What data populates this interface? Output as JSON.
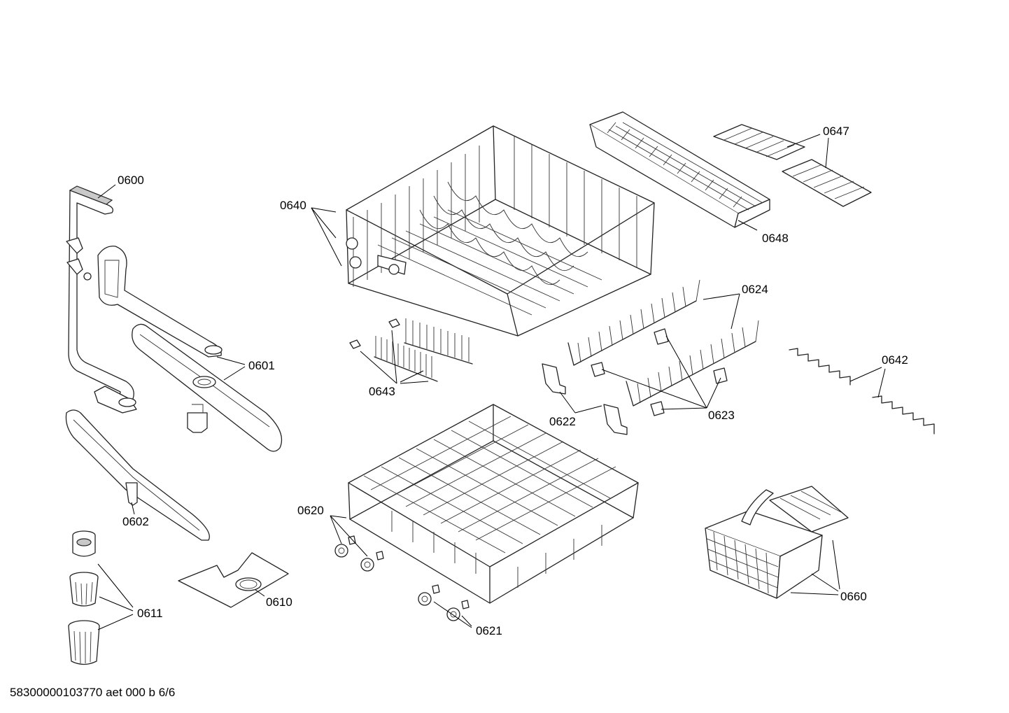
{
  "labels": {
    "p0600": "0600",
    "p0601": "0601",
    "p0602": "0602",
    "p0610": "0610",
    "p0611": "0611",
    "p0620": "0620",
    "p0621": "0621",
    "p0622": "0622",
    "p0623": "0623",
    "p0624": "0624",
    "p0640": "0640",
    "p0642": "0642",
    "p0643": "0643",
    "p0647": "0647",
    "p0648": "0648",
    "p0660": "0660"
  },
  "footer": "58300000103770 aet 000 b 6/6"
}
